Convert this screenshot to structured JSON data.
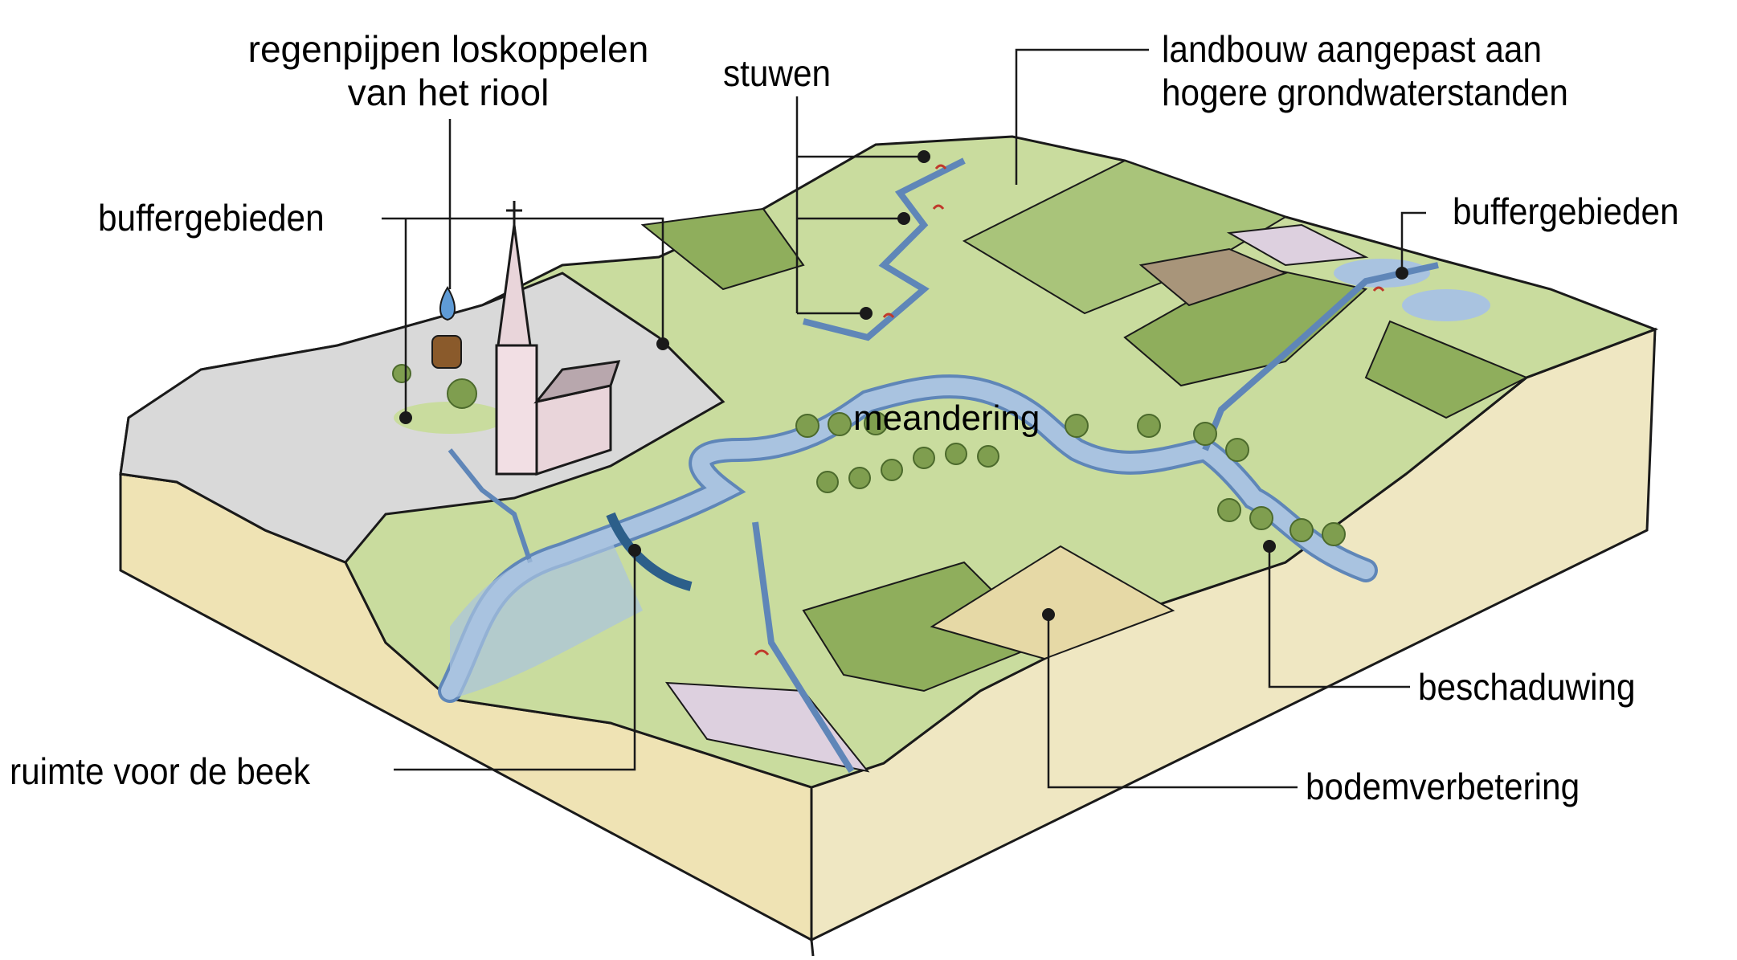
{
  "diagram": {
    "type": "isometric block diagram of a brook valley landscape with climate adaptation measures",
    "labels": {
      "regenpijpen": [
        "regenpijpen loskoppelen",
        "van het riool"
      ],
      "stuwen": "stuwen",
      "landbouw": [
        "landbouw aangepast aan",
        "hogere grondwaterstanden"
      ],
      "buffer_left": "buffergebieden",
      "buffer_right": "buffergebieden",
      "meandering": "meandering",
      "ruimte": "ruimte voor de beek",
      "beschaduwing": "beschaduwing",
      "bodemverbetering": "bodemverbetering"
    },
    "colors": {
      "soil": "#efe3b4",
      "soil_dark": "#e2cf8e",
      "field_light": "#d5e4b0",
      "field_mid": "#a9c47a",
      "field_dark": "#7f9e4f",
      "urban": "#d9d9d9",
      "water": "#a9c3e0",
      "water_dark": "#5f86b8",
      "purple_field": "#ddd0df",
      "brown_field": "#a8957a",
      "weir_red": "#c0392b",
      "line": "#1a1a1a"
    }
  }
}
